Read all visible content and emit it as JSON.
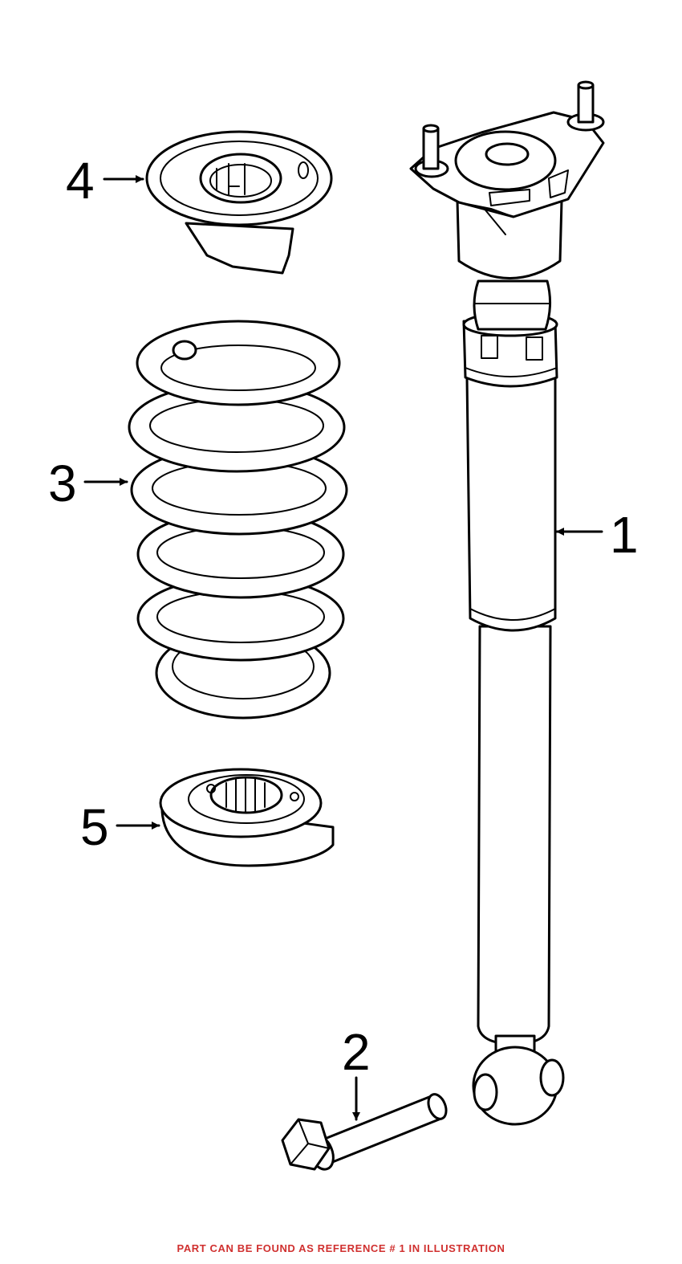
{
  "callouts": {
    "c1": "1",
    "c2": "2",
    "c3": "3",
    "c4": "4",
    "c5": "5"
  },
  "footer_note": "PART CAN BE FOUND AS REFERENCE # 1 IN ILLUSTRATION",
  "colors": {
    "line": "#000000",
    "note": "#d0302f",
    "background": "#ffffff"
  }
}
